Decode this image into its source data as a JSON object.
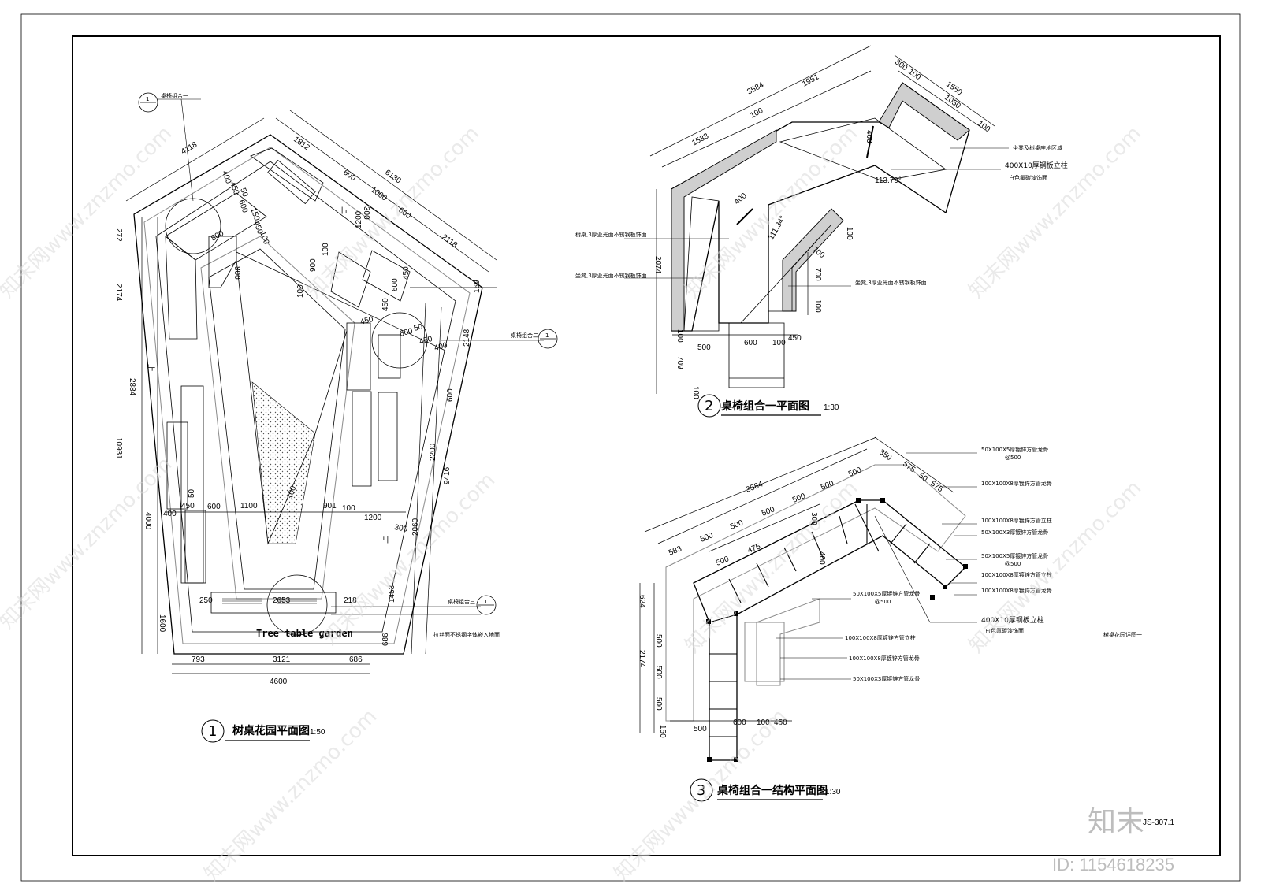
{
  "watermark": {
    "text": "知末网www.znzmo.com",
    "brand": "知末",
    "id": "ID: 1154618235"
  },
  "sheet": {
    "code": "JS-307.1",
    "note": "树桌花园详图一"
  },
  "plan1": {
    "title": "树桌花园平面图",
    "scale": "1:50",
    "number": "1",
    "garden_label": "Tree table garden",
    "callouts": [
      {
        "num": "1",
        "text": "桌椅组合一"
      },
      {
        "num": "1",
        "text": "桌椅组合二"
      },
      {
        "num": "1",
        "text": "桌椅组合三"
      }
    ],
    "steel_note": "拉丝面不锈钢字体嵌入地面",
    "dims_top": [
      "4118",
      "1812",
      "600",
      "6130",
      "1000",
      "600",
      "2118"
    ],
    "dims_left": [
      "272",
      "2174",
      "2884",
      "10931",
      "4000",
      "1600"
    ],
    "dims_right": [
      "169",
      "2148",
      "600",
      "2200",
      "9416",
      "2060",
      "1453",
      "686"
    ],
    "dims_bottom": [
      "793",
      "3121",
      "686",
      "4600"
    ],
    "dims_inner": [
      "400",
      "450",
      "50",
      "600",
      "150",
      "450",
      "800",
      "800",
      "100",
      "300",
      "1200",
      "900",
      "100",
      "450",
      "600",
      "450",
      "100",
      "450",
      "600",
      "50",
      "450",
      "400",
      "450",
      "400",
      "50",
      "600",
      "1100",
      "100",
      "901",
      "100",
      "1200",
      "300",
      "250",
      "2653",
      "218",
      "上",
      "上",
      "上"
    ]
  },
  "plan2": {
    "title": "桌椅组合一平面图",
    "scale": "1:30",
    "number": "2",
    "notes": [
      "坐凳及树桌座地区域",
      "400X10厚钢板立柱",
      "白色氟碳漆饰面",
      "树桌,3厚亚光面不锈钢板饰面",
      "坐凳,3厚亚光面不锈钢板饰面",
      "坐凳,3厚亚光面不锈钢板饰面"
    ],
    "angles": [
      "113.79°",
      "111.34°"
    ],
    "dims": [
      "3584",
      "1951",
      "1533",
      "100",
      "300",
      "100",
      "1550",
      "1050",
      "100",
      "400",
      "400",
      "2074",
      "100",
      "700",
      "700",
      "100",
      "100",
      "709",
      "100",
      "500",
      "600",
      "100",
      "450"
    ]
  },
  "plan3": {
    "title": "桌椅组合一结构平面图",
    "scale": "1:30",
    "number": "3",
    "notes": [
      "50X100X5厚镀锌方管龙骨",
      "@500",
      "100X100X8厚镀锌方管龙骨",
      "100X100X8厚镀锌方管立柱",
      "50X100X3厚镀锌方管龙骨",
      "50X100X5厚镀锌方管龙骨",
      "@500",
      "100X100X8厚镀锌方管立柱",
      "100X100X8厚镀锌方管龙骨",
      "400X10厚钢板立柱",
      "白色氟碳漆饰面",
      "50X100X5厚镀锌方管龙骨",
      "@500",
      "100X100X8厚镀锌方管立柱",
      "100X100X8厚镀锌方管龙骨",
      "50X100X3厚镀锌方管龙骨"
    ],
    "dims": [
      "3584",
      "583",
      "500",
      "500",
      "500",
      "500",
      "500",
      "500",
      "350",
      "575",
      "50",
      "575",
      "500",
      "475",
      "300",
      "400",
      "624",
      "500",
      "500",
      "500",
      "2174",
      "150",
      "500",
      "600",
      "100",
      "450"
    ]
  }
}
